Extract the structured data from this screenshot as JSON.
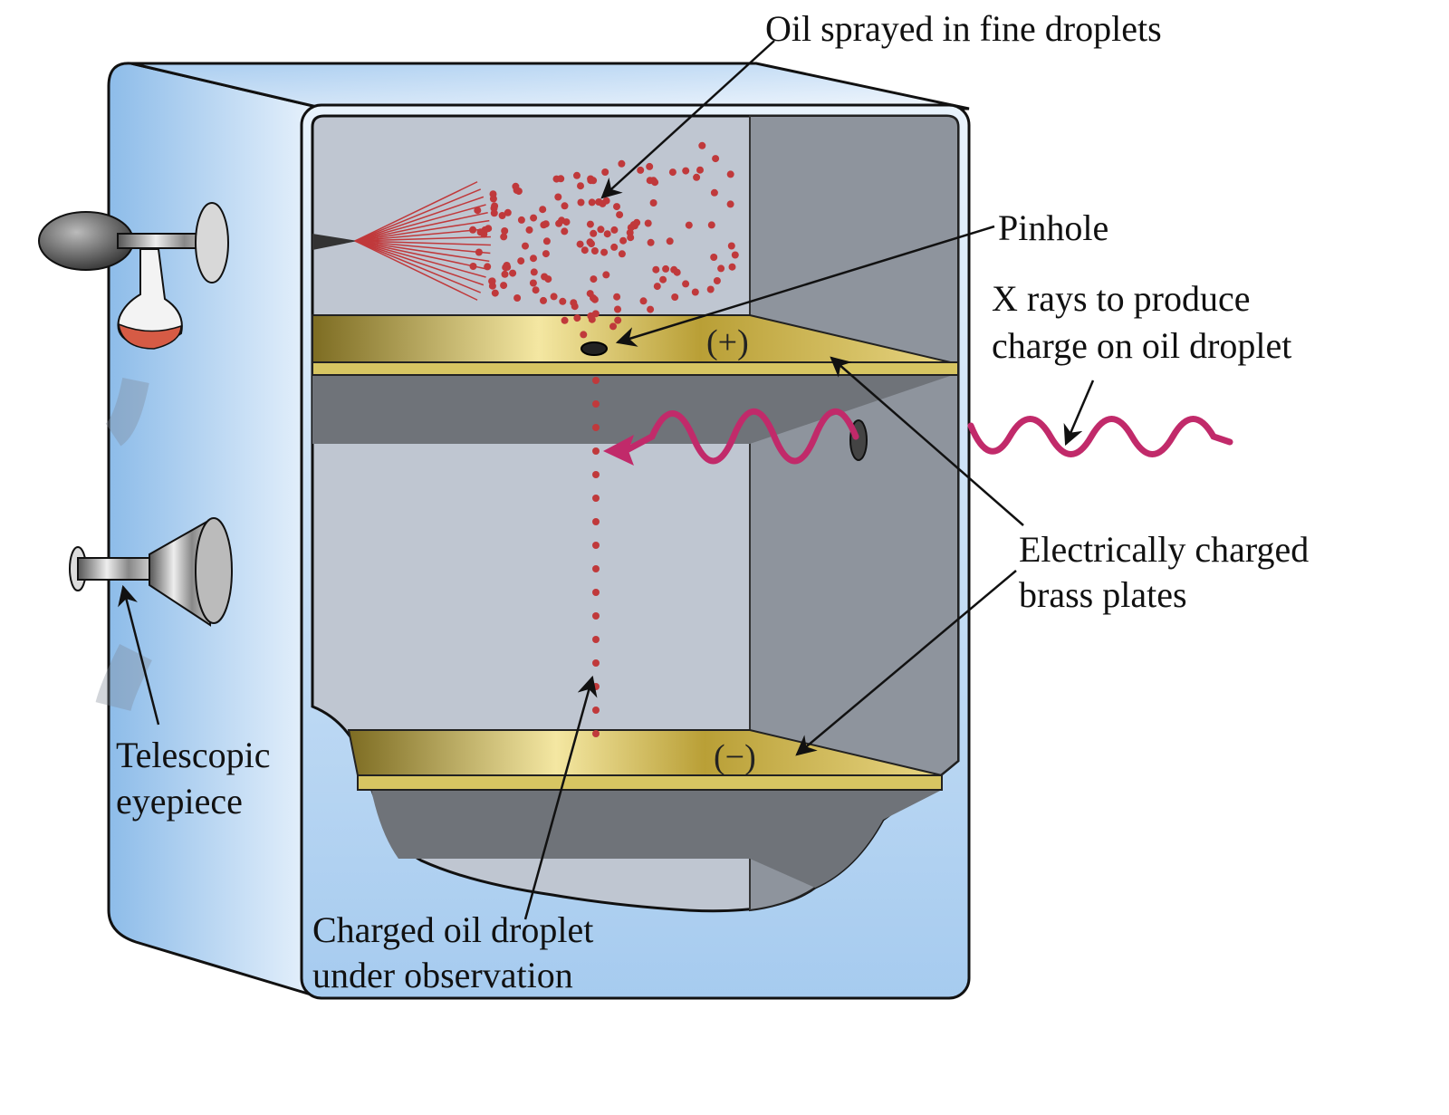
{
  "labels": {
    "oil_sprayed": "Oil sprayed in fine droplets",
    "pinhole": "Pinhole",
    "xrays_line1": "X rays to produce",
    "xrays_line2": "charge on oil droplet",
    "brass_line1": "Electrically charged",
    "brass_line2": "brass plates",
    "telescopic_line1": "Telescopic",
    "telescopic_line2": "eyepiece",
    "droplet_line1": "Charged oil droplet",
    "droplet_line2": "under observation",
    "plate_positive": "(+)",
    "plate_negative": "(−)"
  },
  "colors": {
    "chamber_blue": "#9cc7ef",
    "chamber_inner": "#bcc4cf",
    "brass": "#c9b24a",
    "droplet": "#c0393b",
    "xray_wave": "#c12a6a"
  }
}
